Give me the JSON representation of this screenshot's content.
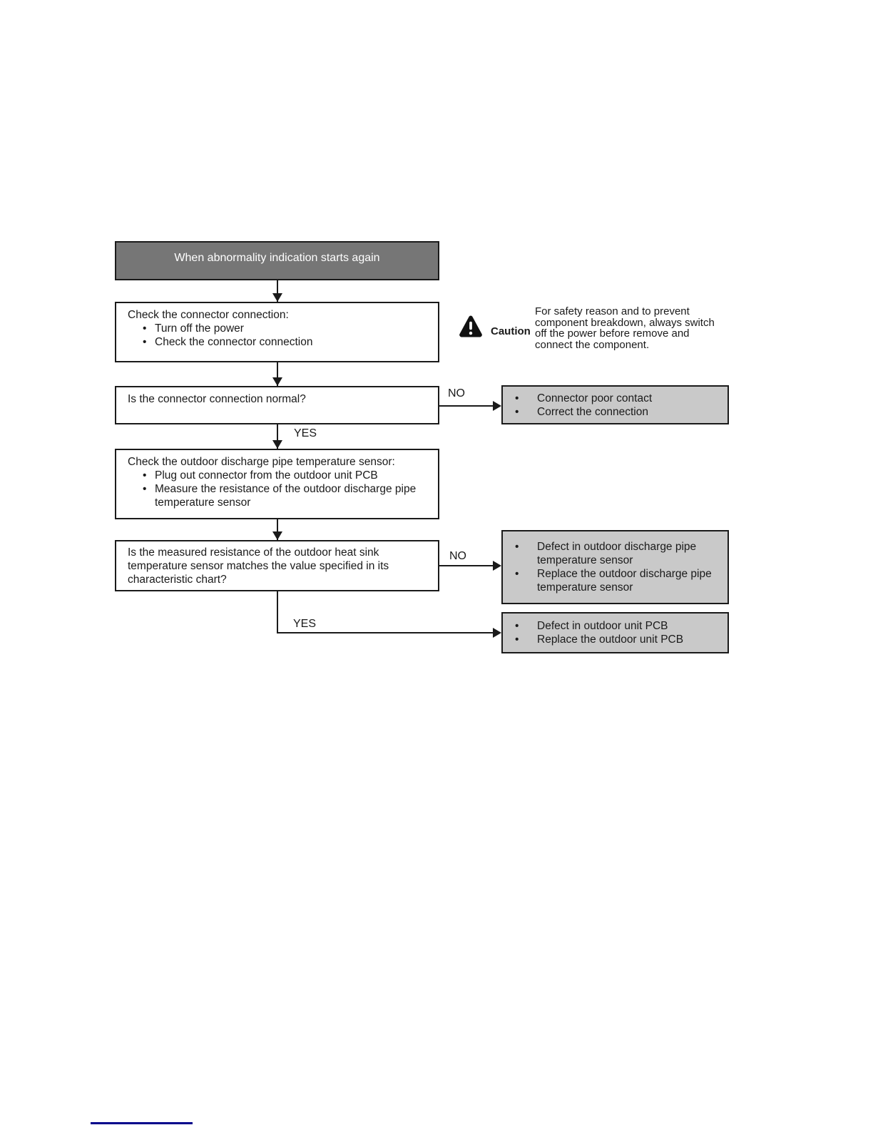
{
  "flowchart": {
    "title_box": {
      "text": "When abnormality indication starts again"
    },
    "step1": {
      "heading": "Check the connector connection:",
      "bullets": [
        "Turn off the power",
        "Check the connector connection"
      ]
    },
    "caution": {
      "icon": "warning-triangle-icon",
      "label": "Caution",
      "text": "For safety reason and to prevent component breakdown, always switch off the power before remove and connect the component."
    },
    "decision1": {
      "question": "Is the connector connection normal?",
      "no_label": "NO",
      "yes_label": "YES"
    },
    "result1": {
      "bullets": [
        "Connector poor contact",
        "Correct the connection"
      ]
    },
    "step2": {
      "heading": "Check the outdoor discharge pipe temperature sensor:",
      "bullets": [
        "Plug out connector from the outdoor unit PCB",
        "Measure the resistance of the outdoor discharge pipe temperature sensor"
      ]
    },
    "decision2": {
      "question": "Is the measured resistance of the outdoor heat sink temperature sensor matches the value specified in its characteristic chart?",
      "no_label": "NO",
      "yes_label": "YES"
    },
    "result2": {
      "bullets": [
        "Defect in outdoor discharge pipe temperature sensor",
        "Replace the outdoor discharge pipe temperature sensor"
      ]
    },
    "result3": {
      "bullets": [
        "Defect in outdoor unit PCB",
        "Replace the outdoor unit PCB"
      ]
    }
  },
  "colors": {
    "title_box_fill": "#767676",
    "title_box_text": "#ffffff",
    "result_box_fill": "#c9c9c9",
    "border": "#1a1a1a",
    "footer_line": "#00008b"
  }
}
